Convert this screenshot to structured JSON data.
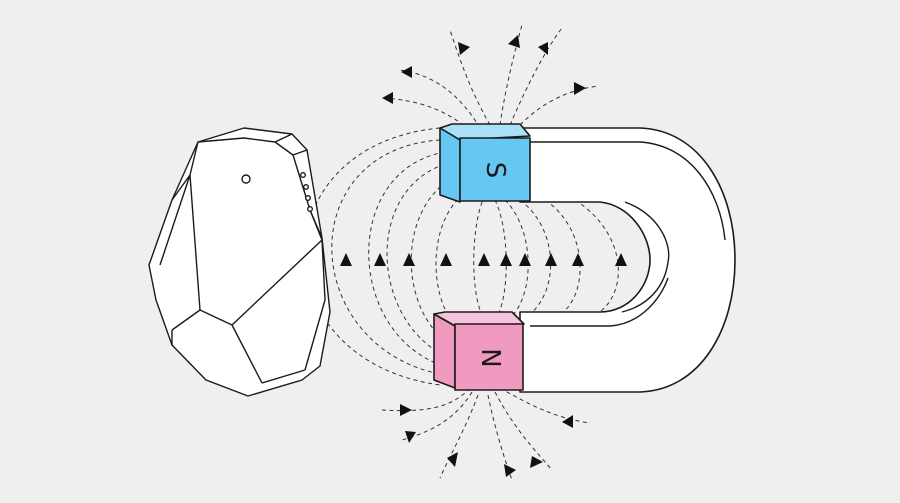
{
  "magnet": {
    "south_label": "S",
    "north_label": "N",
    "colors": {
      "south": "#66c8f2",
      "north": "#f09ac0",
      "body": "#ffffff",
      "outline": "#1b1b1b"
    }
  },
  "beacon": {
    "color": "#ffffff"
  },
  "field_arrow_icon": "triangle-up"
}
